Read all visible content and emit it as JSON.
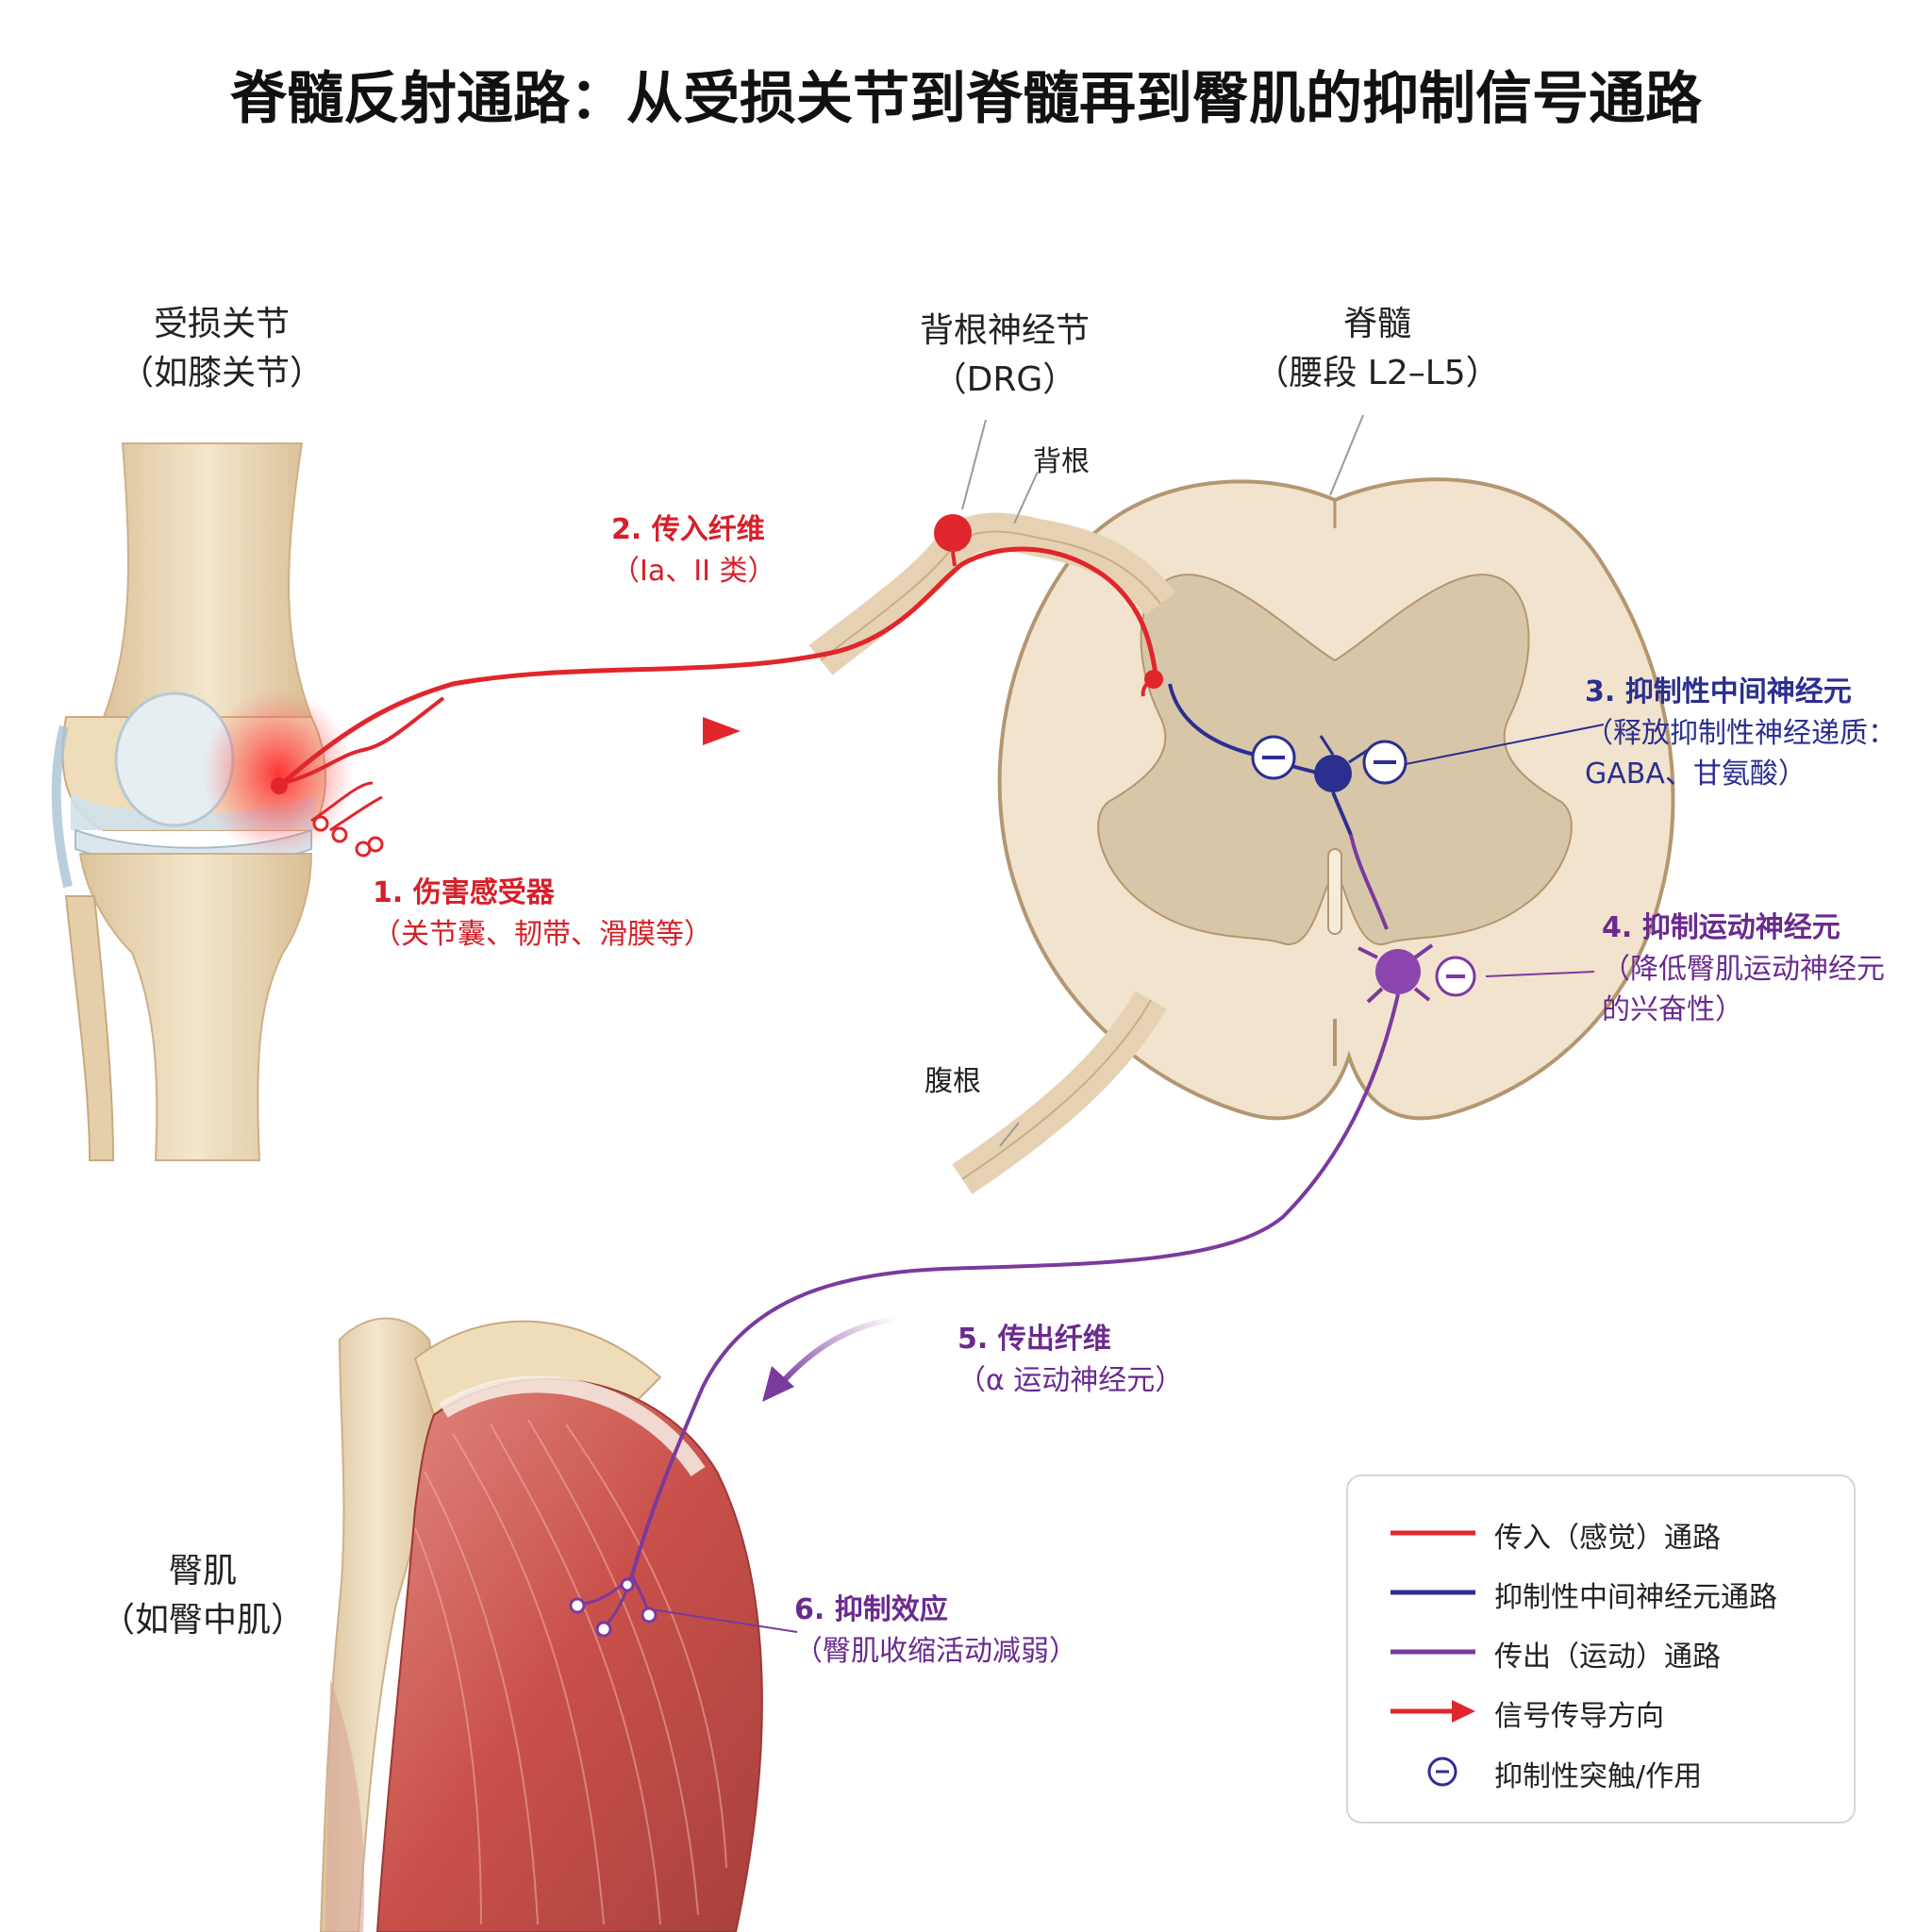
{
  "title": "脊髓反射通路：从受损关节到脊髓再到臀肌的抑制信号通路",
  "labels": {
    "joint": {
      "line1": "受损关节",
      "line2": "（如膝关节）"
    },
    "drg": {
      "line1": "背根神经节",
      "line2": "（DRG）"
    },
    "spinal_cord": {
      "line1": "脊髓",
      "line2": "（腰段 L2–L5）"
    },
    "dorsal_root": "背根",
    "ventral_root": "腹根",
    "gluteal": {
      "line1": "臀肌",
      "line2": "（如臀中肌）"
    }
  },
  "steps": [
    {
      "heading": "1. 伤害感受器",
      "detail": "（关节囊、韧带、滑膜等）",
      "color": "#d6202a"
    },
    {
      "heading": "2. 传入纤维",
      "detail": "（Ia、II 类）",
      "color": "#d6202a"
    },
    {
      "heading": "3. 抑制性中间神经元",
      "detail": "（释放抑制性神经递质：",
      "detail2": "GABA、甘氨酸）",
      "color": "#2b2f8f"
    },
    {
      "heading": "4. 抑制运动神经元",
      "detail": "（降低臀肌运动神经元",
      "detail2": "的兴奋性）",
      "color": "#6a2a8e"
    },
    {
      "heading": "5. 传出纤维",
      "detail": "（α 运动神经元）",
      "color": "#6a2a8e"
    },
    {
      "heading": "6. 抑制效应",
      "detail": "（臀肌收缩活动减弱）",
      "color": "#6a2a8e"
    }
  ],
  "legend": [
    {
      "symbol": "red-line",
      "label": "传入（感觉）通路",
      "color": "#e0262c"
    },
    {
      "symbol": "blue-line",
      "label": "抑制性中间神经元通路",
      "color": "#2b2f8f"
    },
    {
      "symbol": "purple-line",
      "label": "传出（运动）通路",
      "color": "#7a3a9e"
    },
    {
      "symbol": "red-arrow",
      "label": "信号传导方向",
      "color": "#e0262c"
    },
    {
      "symbol": "minus-circle",
      "label": "抑制性突触/作用",
      "color": "#2b2f8f"
    }
  ],
  "colors": {
    "afferent": "#e0262c",
    "interneuron": "#2b2f8f",
    "efferent": "#7a3a9e",
    "bone": "#eedcbc",
    "muscle": "#c9504a",
    "spinal": "#f1e3cd"
  }
}
